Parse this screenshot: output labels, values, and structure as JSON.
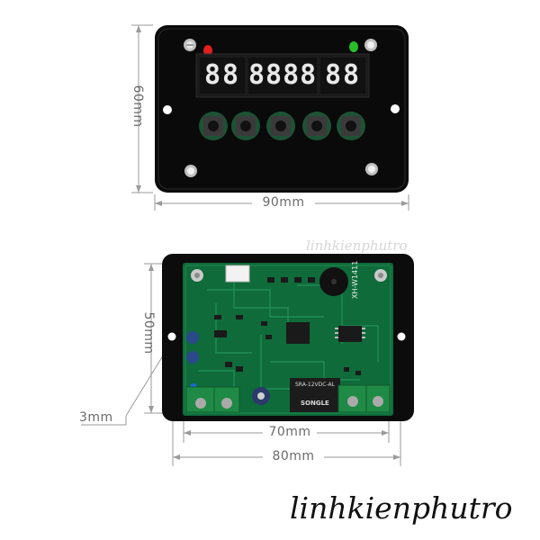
{
  "front_panel": {
    "height_label": "60mm",
    "width_label": "90mm",
    "display_digits": [
      "88",
      "8888",
      "88"
    ],
    "led_colors": {
      "left": "#e02020",
      "right": "#28c028"
    },
    "button_count": 5
  },
  "back_panel": {
    "height_label": "50mm",
    "inner_width_label": "70mm",
    "outer_width_label": "80mm",
    "hole_label": "3mm",
    "silkscreen": {
      "model": "XH-W1411",
      "relay": "SRA-12VDC-AL",
      "relay_brand": "SONGLE"
    },
    "overlay_watermark": "linhkienphutro"
  },
  "watermark": "linhkienphutro"
}
